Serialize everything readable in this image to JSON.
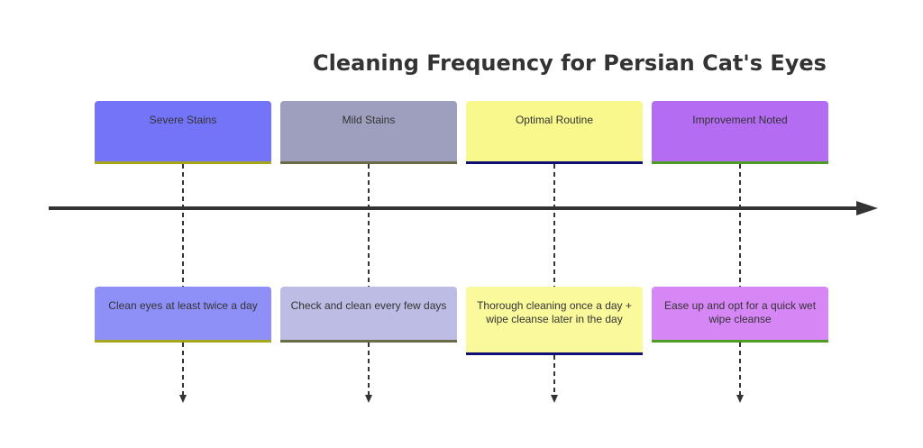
{
  "title": "Cleaning Frequency for Persian Cat's Eyes",
  "sections": [
    {
      "label": "Severe Stains",
      "event": "Clean eyes at least twice a day",
      "head_color": "#7474f8",
      "event_color": "#8f8ff8",
      "border_color": "#a5a51e"
    },
    {
      "label": "Mild Stains",
      "event": "Check and clean every few days",
      "head_color": "#9e9ebe",
      "event_color": "#bcbce5",
      "border_color": "#6b6b47"
    },
    {
      "label": "Optimal Routine",
      "event": "Thorough cleaning once a day + wipe cleanse later in the day",
      "head_color": "#f8f88c",
      "event_color": "#fafa9c",
      "border_color": "#0e0e75"
    },
    {
      "label": "Improvement Noted",
      "event": "Ease up and opt for a quick wet wipe cleanse",
      "head_color": "#b46cf2",
      "event_color": "#d786f6",
      "border_color": "#4c9c26"
    }
  ],
  "colors": {
    "axis": "#333333",
    "text": "#333333"
  }
}
